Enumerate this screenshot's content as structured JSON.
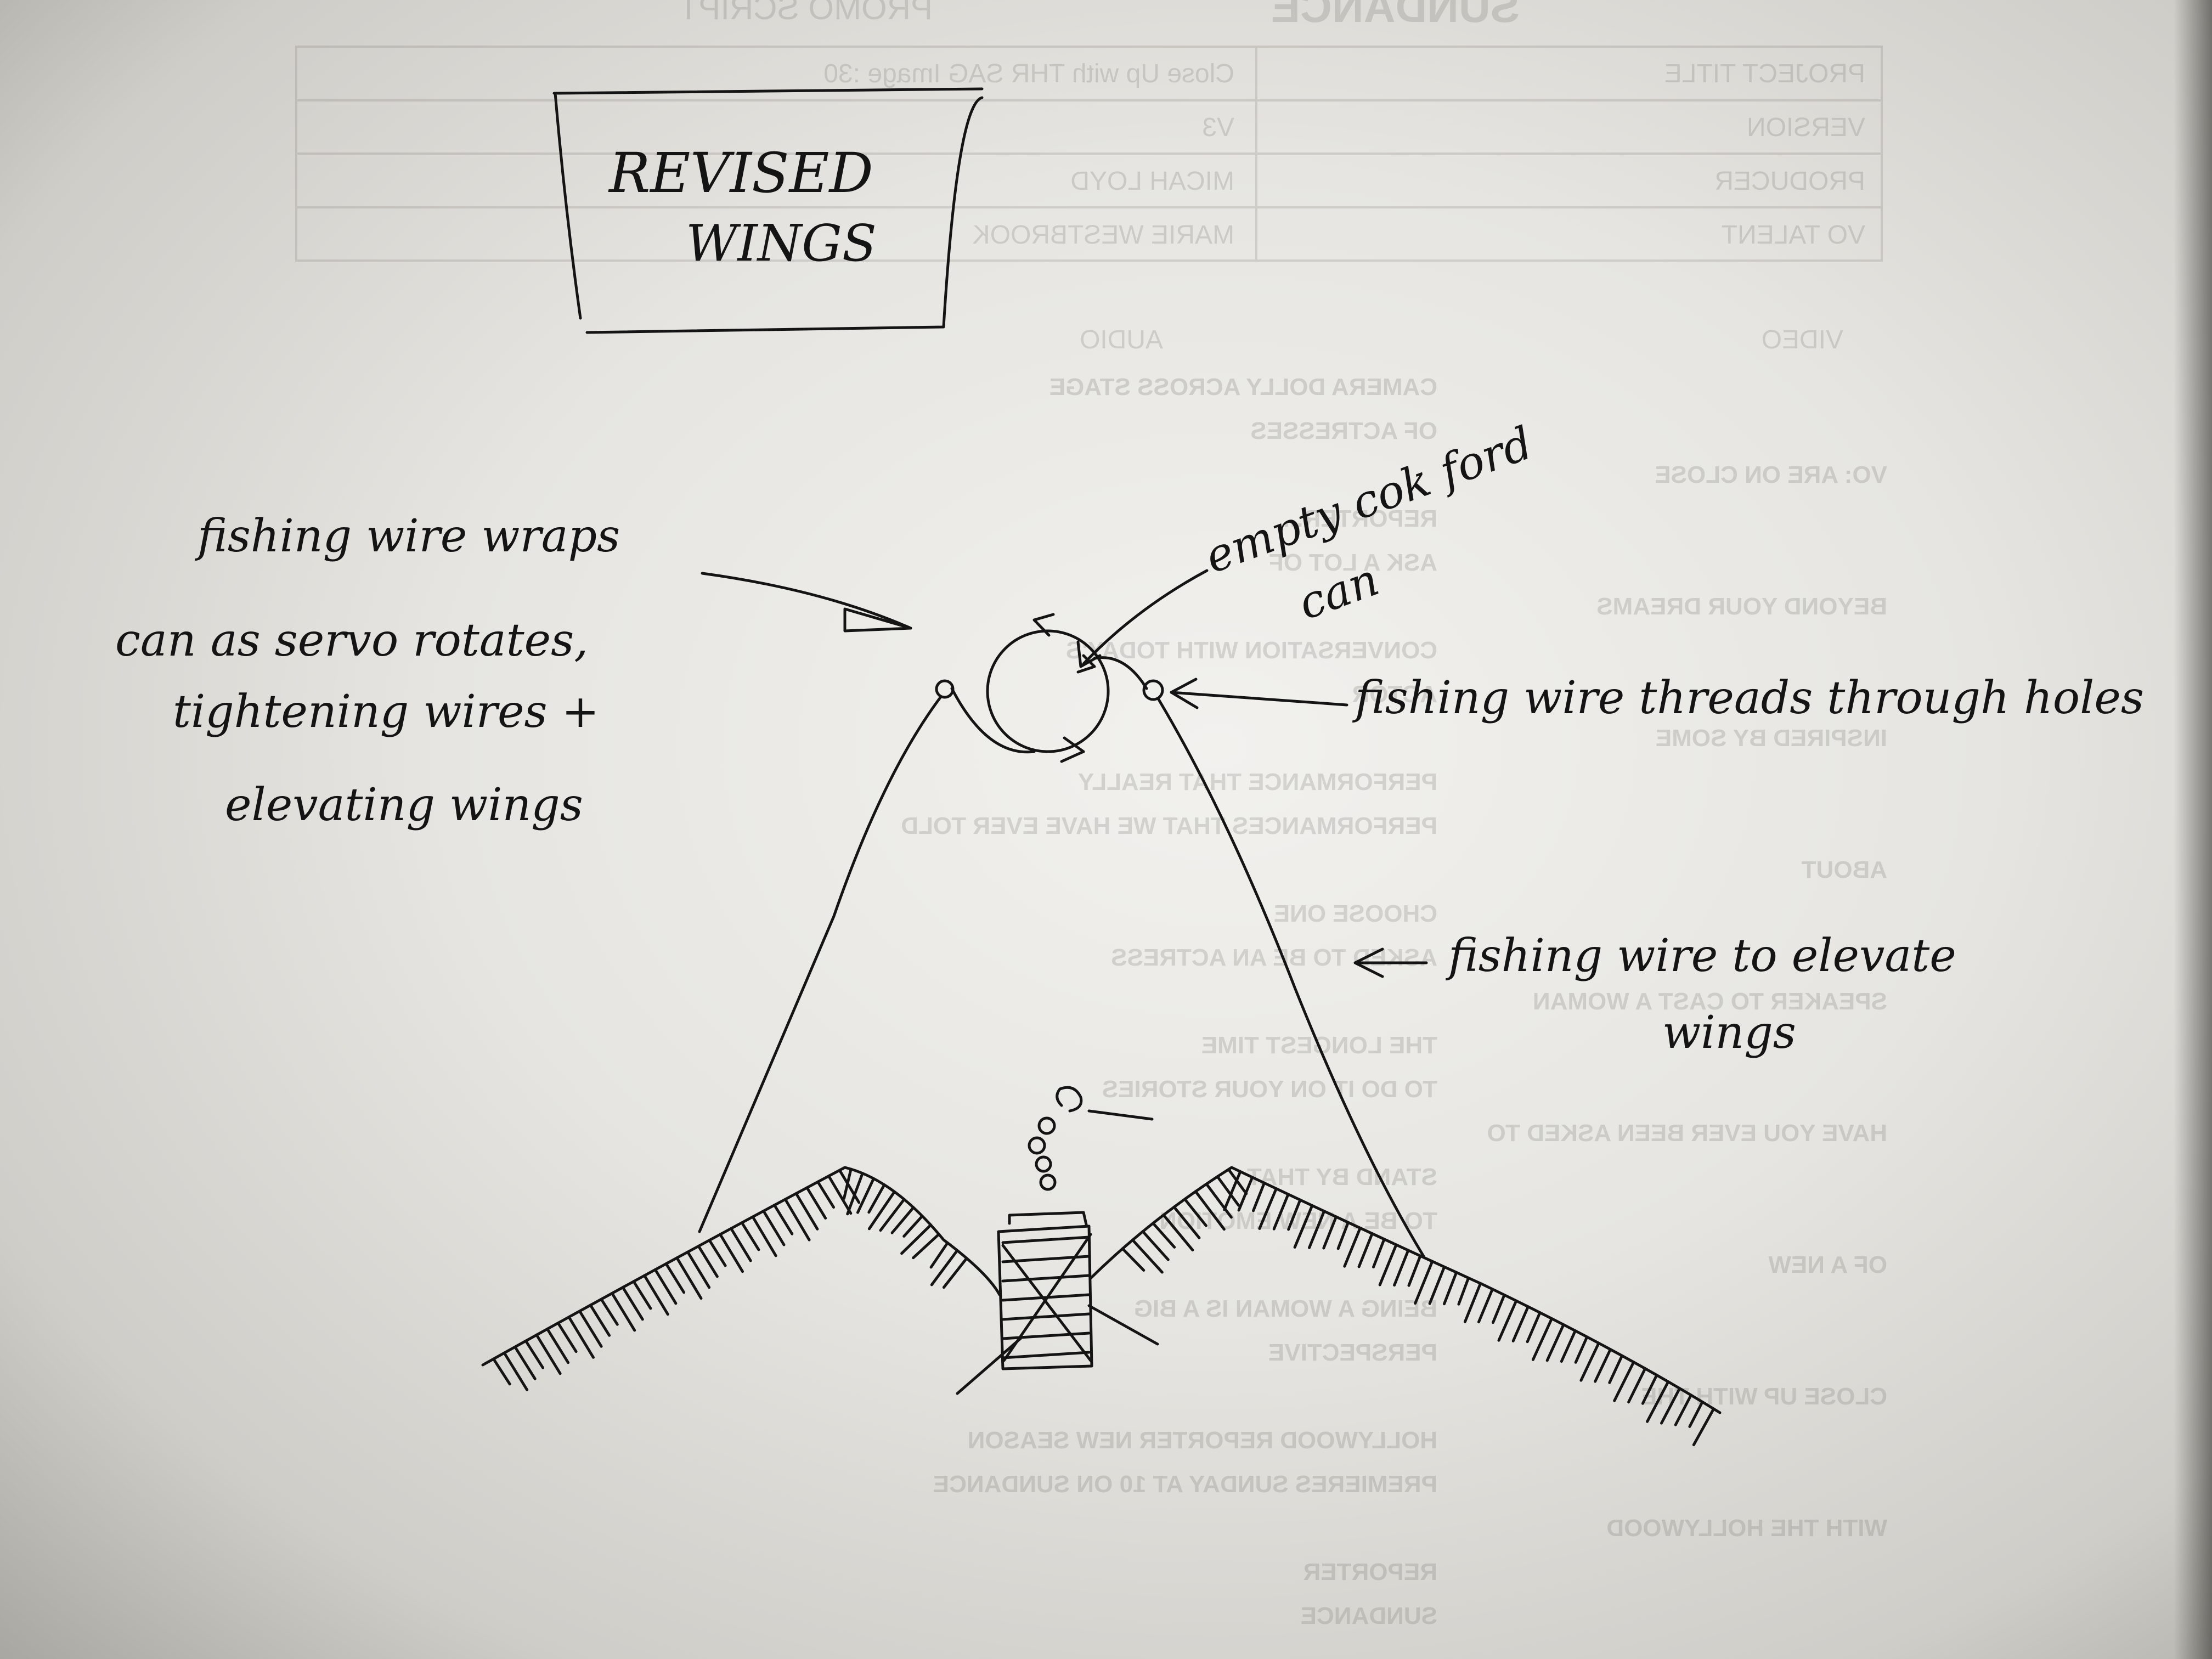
{
  "bleed_through": {
    "form_title": "PROMO SCRIPT",
    "brand": "SUNDANCE",
    "rows": [
      {
        "label": "PROJECT TITLE",
        "value": "Close Up with THR SAG Image :30"
      },
      {
        "label": "VERSION",
        "value": "V3"
      },
      {
        "label": "PRODUCER",
        "value": "MICAH LOYD"
      },
      {
        "label": "VO TALENT",
        "value": "MARIE WESTBROOK"
      }
    ],
    "columns": {
      "video": "VIDEO",
      "audio": "AUDIO"
    },
    "script_lines": [
      "CAMERA DOLLY ACROSS STAGE",
      "OF ACTRESSES",
      "VO: ARE ON CLOSE",
      "REPORTER...",
      "ASK A LOT OF",
      "BEYOND YOUR DREAMS",
      "CONVERSATION WITH TODAY'S",
      "ACTOR",
      "INSPIRED BY SOME",
      "PERFORMANCE THAT REALLY",
      "PERFORMANCES THAT WE HAVE EVER TOLD",
      "ABOUT",
      "CHOOSE ONE",
      "ASKED TO BE AN ACTRESS",
      "SPEAKER TO CAST A WOMAN",
      "THE LONGEST TIME",
      "TO DO IT ON YOUR STORIES",
      "HAVE YOU EVER BEEN ASKED TO",
      "STAND BY THAT",
      "TO BE A NEW EMOTION",
      "OF A NEW",
      "BEING A WOMAN IS A BIG",
      "PERSPECTIVE",
      "CLOSE UP WITH THE",
      "HOLLYWOOD REPORTER NEW SEASON",
      "PREMIERES SUNDAY AT 10 ON SUNDANCE",
      "WITH THE HOLLYWOOD",
      "REPORTER",
      "SUNDANCE"
    ]
  },
  "title_box": {
    "line1": "REVISED",
    "line2": "WINGS"
  },
  "annotations": {
    "left_note": [
      "fishing wire wraps",
      "can as servo rotates,",
      "tightening wires +",
      "elevating wings"
    ],
    "can_label": [
      "empty cok ford",
      "can"
    ],
    "holes_label": "fishing wire threads through holes",
    "elevate_label": [
      "fishing wire to elevate",
      "wings"
    ]
  },
  "colors": {
    "ink": "#141414",
    "paper": "#efeeeb",
    "bleed": "#6d6b66"
  }
}
